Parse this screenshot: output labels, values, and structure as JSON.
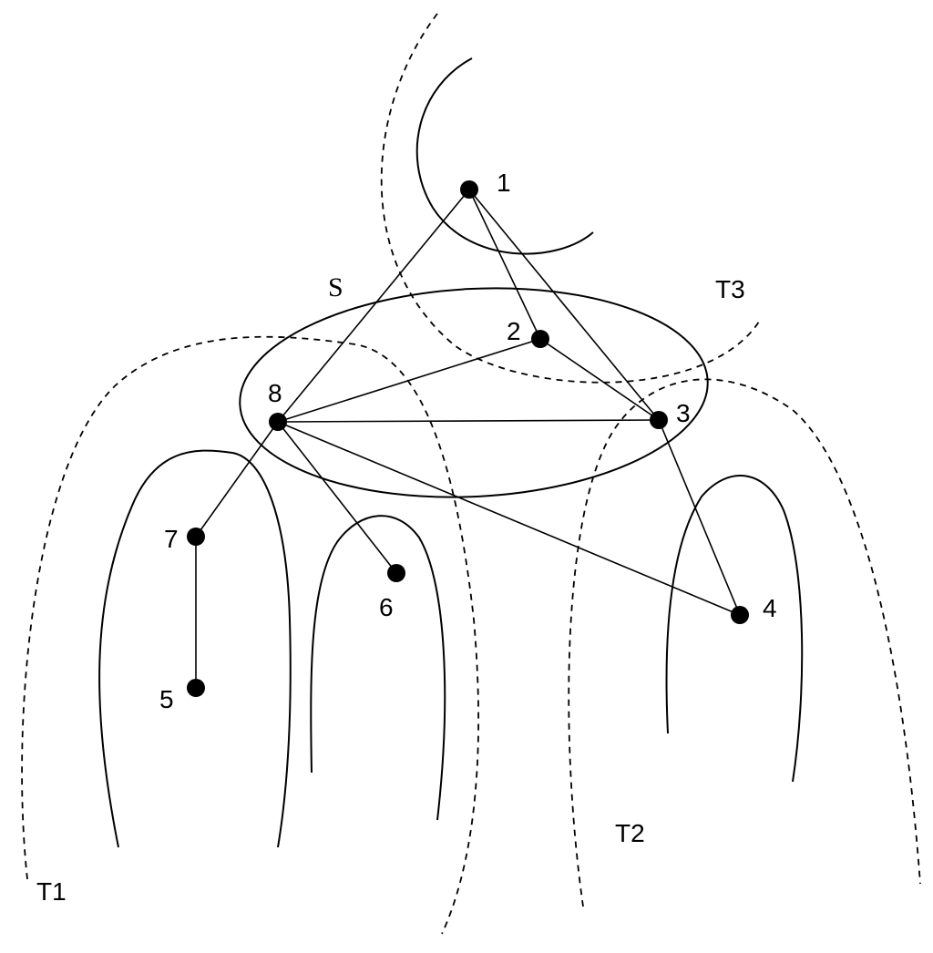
{
  "nodes": [
    {
      "id": "1",
      "label": "1"
    },
    {
      "id": "2",
      "label": "2"
    },
    {
      "id": "3",
      "label": "3"
    },
    {
      "id": "4",
      "label": "4"
    },
    {
      "id": "5",
      "label": "5"
    },
    {
      "id": "6",
      "label": "6"
    },
    {
      "id": "7",
      "label": "7"
    },
    {
      "id": "8",
      "label": "8"
    }
  ],
  "edges": [
    [
      "1",
      "8"
    ],
    [
      "1",
      "2"
    ],
    [
      "1",
      "3"
    ],
    [
      "2",
      "8"
    ],
    [
      "2",
      "3"
    ],
    [
      "8",
      "3"
    ],
    [
      "8",
      "7"
    ],
    [
      "8",
      "6"
    ],
    [
      "8",
      "4"
    ],
    [
      "3",
      "4"
    ],
    [
      "7",
      "5"
    ]
  ],
  "regions": {
    "S": "S",
    "T1": "T1",
    "T2": "T2",
    "T3": "T3"
  }
}
